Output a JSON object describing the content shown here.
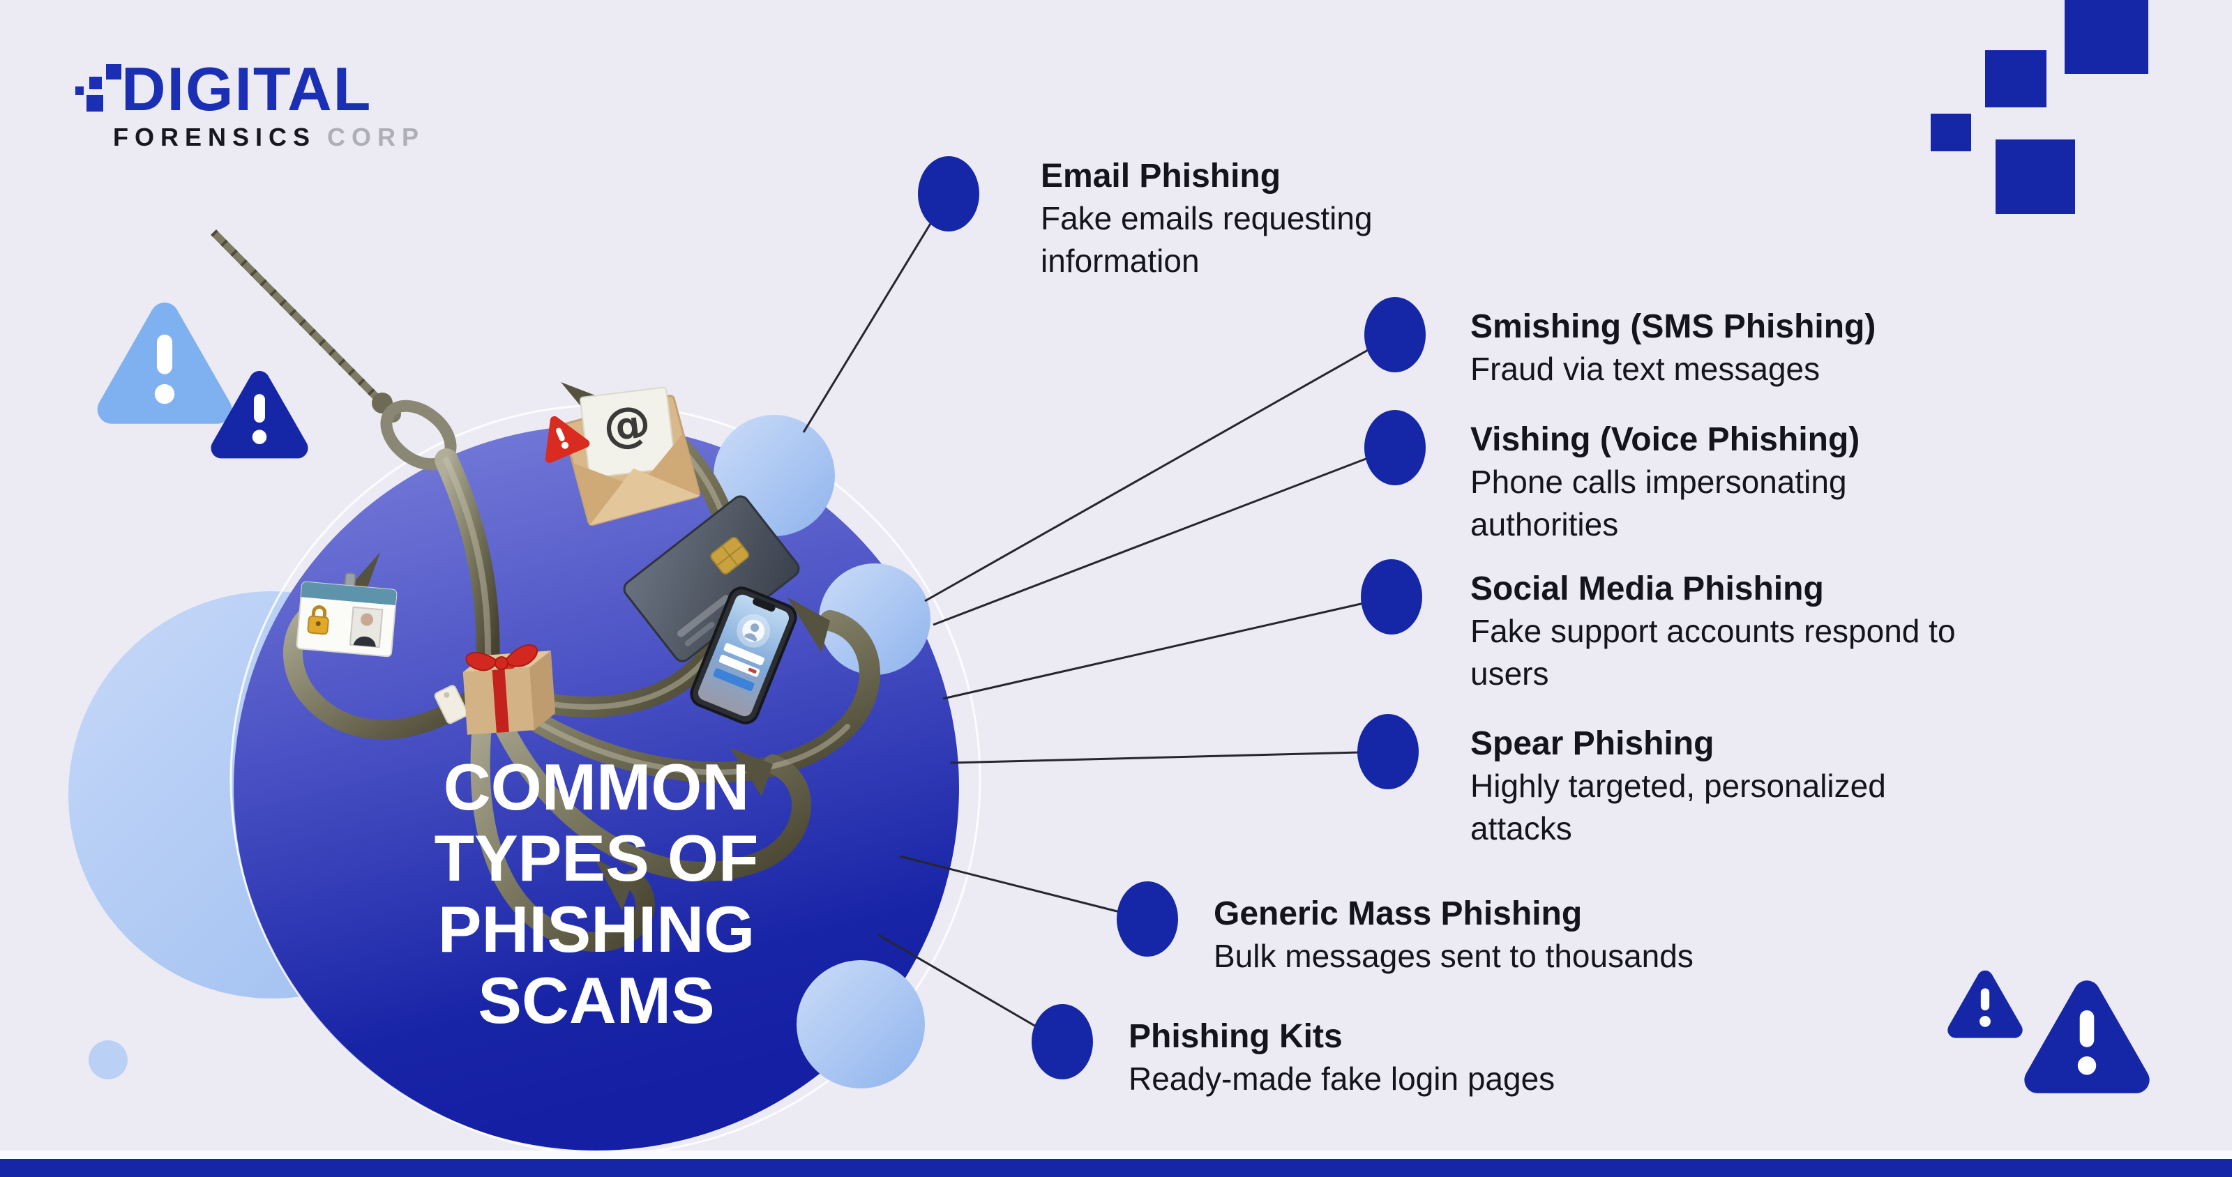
{
  "brand": {
    "name_top": "DIGITAL",
    "name_bottom_primary": "FORENSICS",
    "name_bottom_secondary": "CORP"
  },
  "center": {
    "title_lines": [
      "COMMON",
      "TYPES OF",
      "PHISHING",
      "SCAMS"
    ]
  },
  "items": [
    {
      "title": "Email Phishing",
      "desc1": "Fake emails requesting",
      "desc2": "information"
    },
    {
      "title": "Smishing (SMS Phishing)",
      "desc1": "Fraud via text messages",
      "desc2": ""
    },
    {
      "title": "Vishing (Voice Phishing)",
      "desc1": "Phone calls impersonating",
      "desc2": "authorities"
    },
    {
      "title": "Social Media Phishing",
      "desc1": "Fake support accounts respond to",
      "desc2": "users"
    },
    {
      "title": "Spear Phishing",
      "desc1": "Highly targeted, personalized",
      "desc2": "attacks"
    },
    {
      "title": "Generic Mass Phishing",
      "desc1": "Bulk messages sent to thousands",
      "desc2": ""
    },
    {
      "title": "Phishing Kits",
      "desc1": "Ready-made fake login pages",
      "desc2": ""
    }
  ],
  "colors": {
    "background": "#ECEBF4",
    "accent_blue": "#1527A6",
    "logo_blue": "#1B2FB4",
    "logo_gray": "#AEAEB8",
    "light_blue_triangle": "#7FB0EF",
    "light_blue_circle": "#A9C6F2",
    "circle_gradient_top": "#7B81DB",
    "circle_gradient_bottom": "#151FA4",
    "text": "#14141C",
    "alert_red": "#D92B1F",
    "title_text": "#FFFFFF"
  },
  "decorations": [
    "fishing-hook-icon",
    "fishing-line-icon",
    "envelope-at-mail-icon",
    "credit-card-icon",
    "smartphone-login-icon",
    "id-badge-icon",
    "gift-box-icon",
    "warning-triangle-icon",
    "pixel-squares-decoration"
  ]
}
